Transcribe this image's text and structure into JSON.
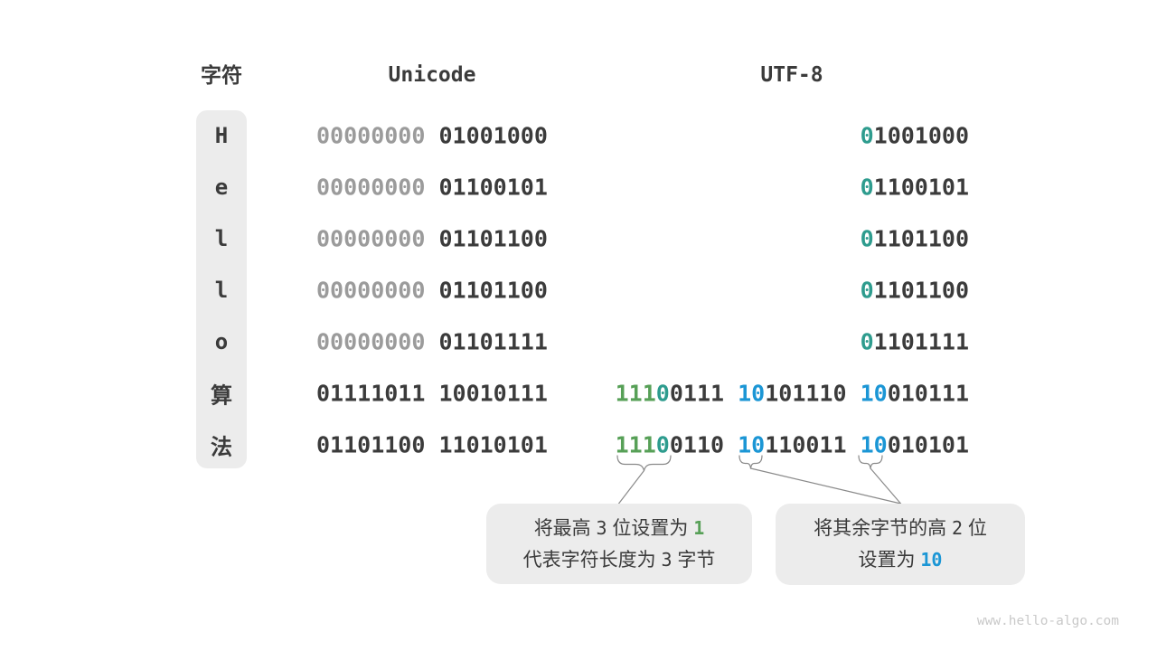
{
  "headers": {
    "char": "字符",
    "unicode": "Unicode",
    "utf8": "UTF-8"
  },
  "table": {
    "rows": [
      {
        "char": "H",
        "unicode": [
          {
            "t": "00000000 ",
            "c": "gray"
          },
          {
            "t": "01001000",
            "c": "dark"
          }
        ],
        "utf8": [
          {
            "t": "0",
            "c": "teal"
          },
          {
            "t": "1001000",
            "c": "dark"
          }
        ]
      },
      {
        "char": "e",
        "unicode": [
          {
            "t": "00000000 ",
            "c": "gray"
          },
          {
            "t": "01100101",
            "c": "dark"
          }
        ],
        "utf8": [
          {
            "t": "0",
            "c": "teal"
          },
          {
            "t": "1100101",
            "c": "dark"
          }
        ]
      },
      {
        "char": "l",
        "unicode": [
          {
            "t": "00000000 ",
            "c": "gray"
          },
          {
            "t": "01101100",
            "c": "dark"
          }
        ],
        "utf8": [
          {
            "t": "0",
            "c": "teal"
          },
          {
            "t": "1101100",
            "c": "dark"
          }
        ]
      },
      {
        "char": "l",
        "unicode": [
          {
            "t": "00000000 ",
            "c": "gray"
          },
          {
            "t": "01101100",
            "c": "dark"
          }
        ],
        "utf8": [
          {
            "t": "0",
            "c": "teal"
          },
          {
            "t": "1101100",
            "c": "dark"
          }
        ]
      },
      {
        "char": "o",
        "unicode": [
          {
            "t": "00000000 ",
            "c": "gray"
          },
          {
            "t": "01101111",
            "c": "dark"
          }
        ],
        "utf8": [
          {
            "t": "0",
            "c": "teal"
          },
          {
            "t": "1101111",
            "c": "dark"
          }
        ]
      },
      {
        "char": "算",
        "unicode": [
          {
            "t": "01111011 10010111",
            "c": "dark"
          }
        ],
        "utf8": [
          {
            "t": "111",
            "c": "green"
          },
          {
            "t": "0",
            "c": "teal"
          },
          {
            "t": "0111 ",
            "c": "dark"
          },
          {
            "t": "10",
            "c": "blue"
          },
          {
            "t": "101110 ",
            "c": "dark"
          },
          {
            "t": "10",
            "c": "blue"
          },
          {
            "t": "010111",
            "c": "dark"
          }
        ]
      },
      {
        "char": "法",
        "unicode": [
          {
            "t": "01101100 11010101",
            "c": "dark"
          }
        ],
        "utf8": [
          {
            "t": "111",
            "c": "green"
          },
          {
            "t": "0",
            "c": "teal"
          },
          {
            "t": "0110 ",
            "c": "dark"
          },
          {
            "t": "10",
            "c": "blue"
          },
          {
            "t": "110011 ",
            "c": "dark"
          },
          {
            "t": "10",
            "c": "blue"
          },
          {
            "t": "010101",
            "c": "dark"
          }
        ]
      }
    ]
  },
  "annotations": {
    "leading_byte": {
      "lines": [
        [
          {
            "t": "将最高 "
          },
          {
            "t": "3",
            "c": "num"
          },
          {
            "t": " 位设置为 "
          },
          {
            "t": "1",
            "c": "green"
          }
        ],
        [
          {
            "t": "代表字符长度为 "
          },
          {
            "t": "3",
            "c": "num"
          },
          {
            "t": " 字节"
          }
        ]
      ]
    },
    "continuation_byte": {
      "lines": [
        [
          {
            "t": "将其余字节的高 "
          },
          {
            "t": "2",
            "c": "num"
          },
          {
            "t": " 位"
          }
        ],
        [
          {
            "t": "设置为 "
          },
          {
            "t": "10",
            "c": "blue"
          }
        ]
      ]
    }
  },
  "watermark": "www.hello-algo.com",
  "colors": {
    "dark_text": "#3b3b3b",
    "muted_zeros": "#9b9b9b",
    "teal_zero_bit": "#2e9c8e",
    "green_length_bits": "#57a057",
    "blue_continuation_bits": "#1b96d5",
    "panel_background": "#ececec",
    "connector": "#8a8a8a",
    "watermark": "#c9c9c9"
  }
}
